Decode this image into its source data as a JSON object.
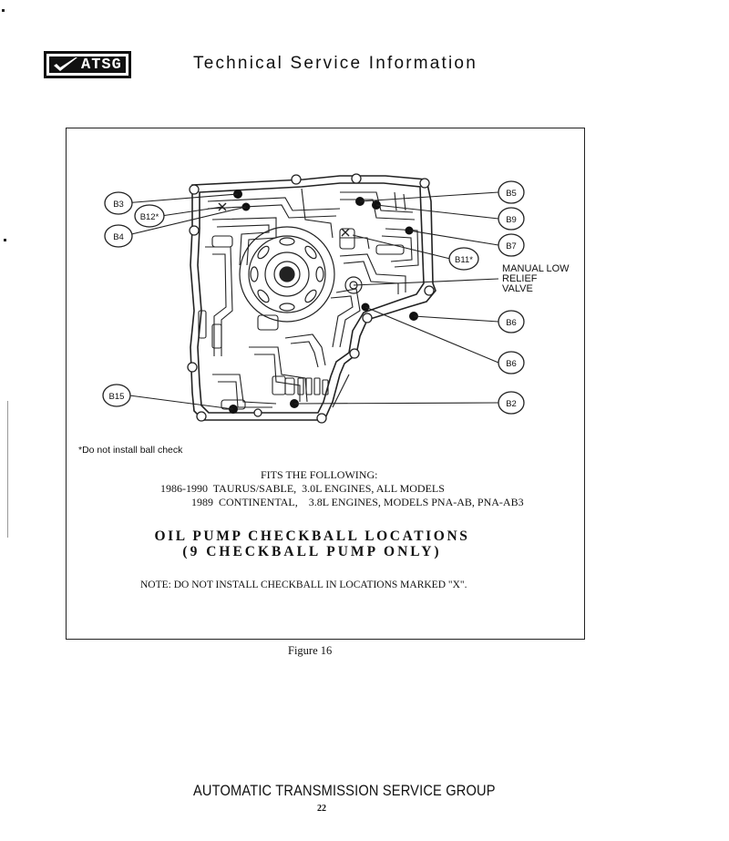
{
  "header": {
    "logo_text": "ATSG",
    "title": "Technical Service Information"
  },
  "figure": {
    "callouts": {
      "B3": "B3",
      "B12": "B12*",
      "B4": "B4",
      "B5": "B5",
      "B9": "B9",
      "B7": "B7",
      "B11": "B11*",
      "B6_upper": "B6",
      "B6_lower": "B6",
      "B15": "B15",
      "B2": "B2"
    },
    "valve_label": [
      "MANUAL LOW",
      "RELIEF",
      "VALVE"
    ],
    "footnote": "*Do not install ball check",
    "fits_heading": "FITS THE FOLLOWING:",
    "fits_lines": [
      "1986-1990  TAURUS/SABLE,  3.0L ENGINES, ALL MODELS",
      "1989  CONTINENTAL,    3.8L ENGINES, MODELS PNA-AB, PNA-AB3"
    ],
    "title": "OIL PUMP CHECKBALL LOCATIONS",
    "subtitle": "(9 CHECKBALL PUMP ONLY)",
    "note": "NOTE: DO NOT INSTALL CHECKBALL IN LOCATIONS MARKED \"X\"."
  },
  "caption": "Figure 16",
  "footer": {
    "company": "AUTOMATIC TRANSMISSION SERVICE GROUP",
    "page_number": "22"
  }
}
